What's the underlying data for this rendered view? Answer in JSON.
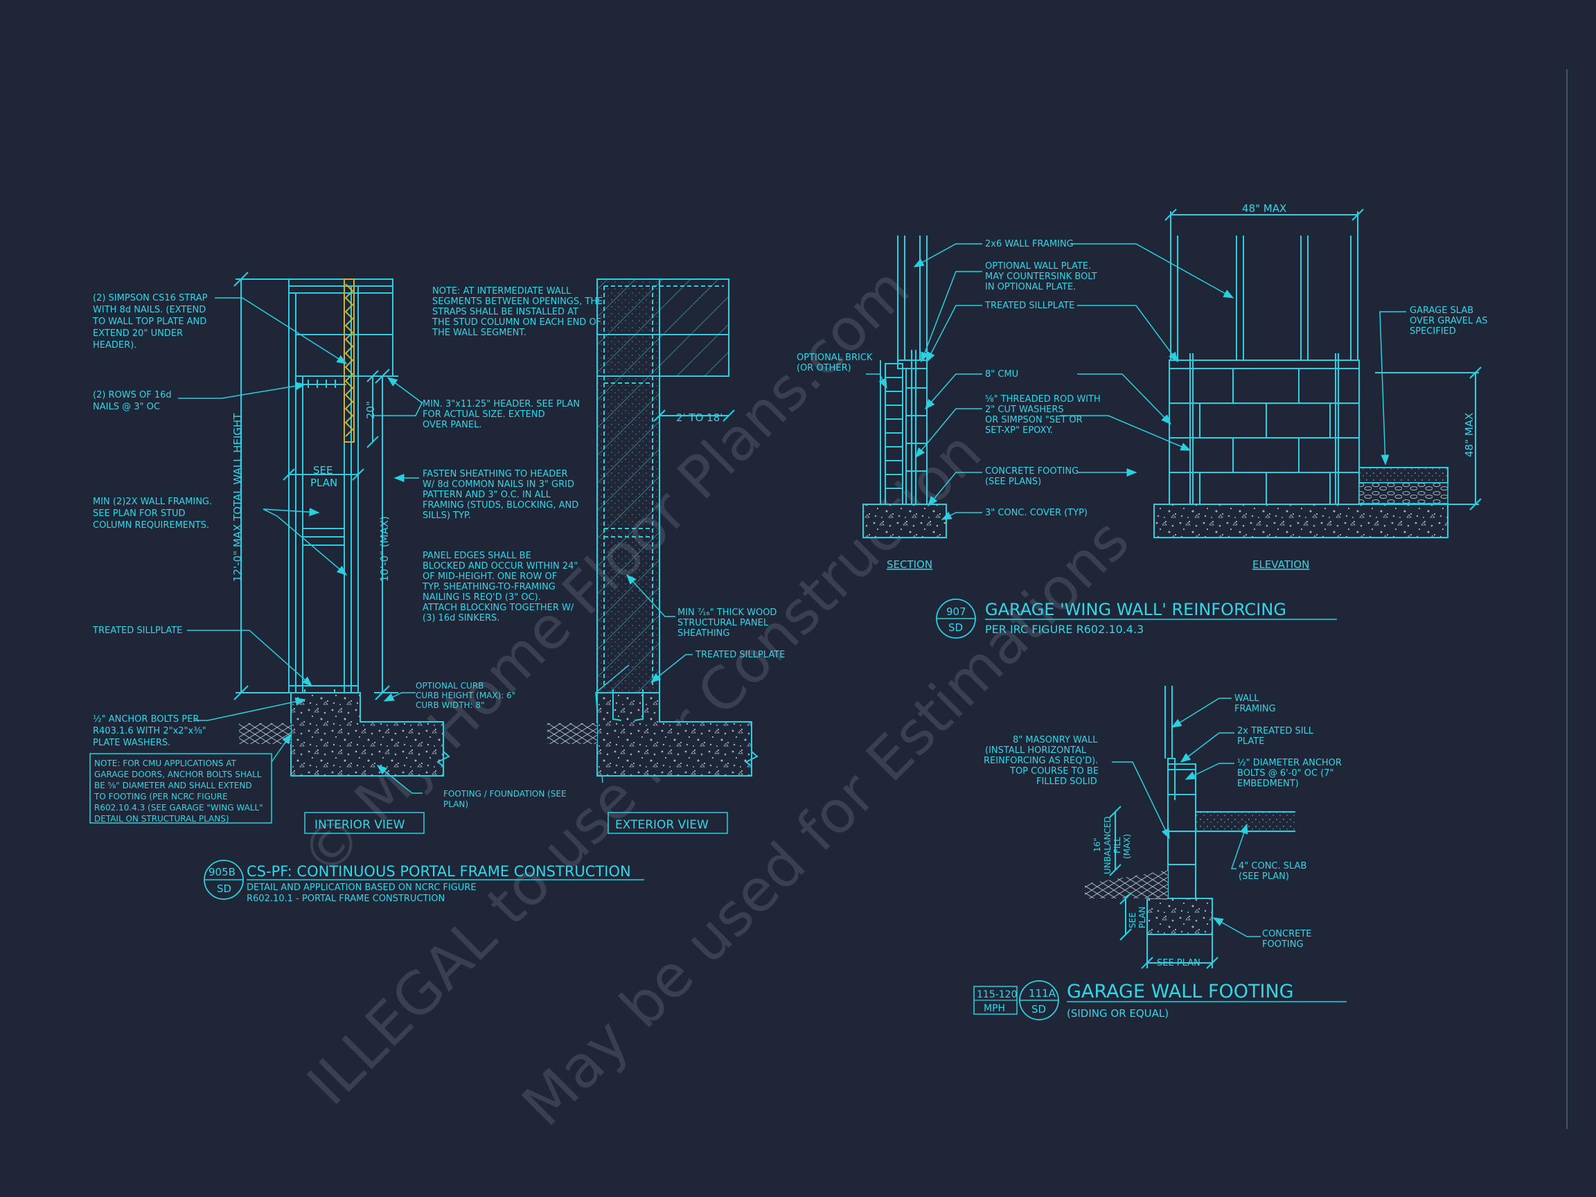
{
  "colors": {
    "background": "#1f2637",
    "linework": "#2ad0e0",
    "text": "#33d6e6",
    "strap": "#c8b43c",
    "watermark": "#3b4356"
  },
  "watermark": {
    "line1": "© My Home Floor Plans.com",
    "line2": "ILLEGAL to use for Construction",
    "line3": "May be used for Estimations"
  },
  "detail_905b": {
    "num": "905B",
    "sheet": "SD",
    "title": "CS-PF: CONTINUOUS PORTAL FRAME CONSTRUCTION",
    "sub1": "DETAIL AND APPLICATION BASED ON NCRC FIGURE",
    "sub2": "R602.10.1 - PORTAL FRAME CONSTRUCTION",
    "interior_label": "INTERIOR VIEW",
    "exterior_label": "EXTERIOR VIEW",
    "dim_total": "12'-0\" MAX TOTAL WALL HEIGHT",
    "dim_10": "10'-0\" (MAX)",
    "dim_20": "20\"",
    "dim_see_plan_1": "SEE",
    "dim_see_plan_2": "PLAN",
    "dim_2to18": "2' TO 18'",
    "notes": {
      "strap": [
        "(2) SIMPSON CS16 STRAP",
        "WITH 8d NAILS. (EXTEND",
        "TO WALL TOP PLATE AND",
        "EXTEND 20\" UNDER",
        "HEADER)."
      ],
      "rows": [
        "(2) ROWS OF 16d",
        "NAILS @ 3\" OC"
      ],
      "min_framing": [
        "MIN (2)2X WALL FRAMING.",
        "SEE PLAN FOR STUD",
        "COLUMN REQUIREMENTS."
      ],
      "sillplate": [
        "TREATED SILLPLATE"
      ],
      "anchor": [
        "½\" ANCHOR BOLTS PER",
        "R403.1.6 WITH 2\"x2\"x⅜\"",
        "PLATE WASHERS."
      ],
      "cmu_box": [
        "NOTE: FOR CMU APPLICATIONS AT",
        "GARAGE DOORS, ANCHOR BOLTS SHALL",
        "BE ⅝\" DIAMETER AND SHALL EXTEND",
        "TO FOOTING (PER NCRC FIGURE",
        "R602.10.4.3 (SEE GARAGE \"WING WALL\"",
        "DETAIL ON STRUCTURAL PLANS)"
      ],
      "intermediate": [
        "NOTE: AT INTERMEDIATE WALL",
        "SEGMENTS BETWEEN OPENINGS, THE",
        "STRAPS SHALL BE INSTALLED AT",
        "THE STUD COLUMN ON EACH END OF",
        "THE WALL SEGMENT."
      ],
      "header": [
        "MIN. 3\"x11.25\" HEADER. SEE PLAN",
        "FOR ACTUAL SIZE. EXTEND",
        "OVER PANEL."
      ],
      "fasten": [
        "FASTEN SHEATHING TO HEADER",
        "W/ 8d COMMON NAILS IN 3\" GRID",
        "PATTERN AND 3\" O.C. IN ALL",
        "FRAMING (STUDS, BLOCKING, AND",
        "SILLS) TYP."
      ],
      "panel_edges": [
        "PANEL EDGES SHALL BE",
        "BLOCKED AND OCCUR WITHIN 24\"",
        "OF MID-HEIGHT.  ONE ROW OF",
        "TYP. SHEATHING-TO-FRAMING",
        "NAILING IS REQ'D (3\" OC).",
        "ATTACH BLOCKING TOGETHER W/",
        "(3) 16d SINKERS."
      ],
      "curb": [
        "OPTIONAL CURB",
        "CURB HEIGHT (MAX): 6\"",
        "CURB WIDTH: 8\""
      ],
      "footing": [
        "FOOTING / FOUNDATION (SEE",
        "PLAN)"
      ],
      "wood_panel": [
        "MIN ⁷⁄₁₆\" THICK WOOD",
        "STRUCTURAL PANEL",
        "SHEATHING"
      ],
      "sill_ext": [
        "TREATED SILLPLATE"
      ]
    }
  },
  "detail_907": {
    "num": "907",
    "sheet": "SD",
    "title": "GARAGE 'WING WALL' REINFORCING",
    "sub": "PER IRC FIGURE R602.10.4.3",
    "section_label": "SECTION",
    "elevation_label": "ELEVATION",
    "dim_48_top": "48\" MAX",
    "dim_48_side": "48\" MAX",
    "notes": {
      "wall_framing": [
        "2x6 WALL FRAMING"
      ],
      "optional_plate": [
        "OPTIONAL WALL PLATE.",
        "MAY COUNTERSINK BOLT",
        "IN OPTIONAL PLATE."
      ],
      "sill": [
        "TREATED SILLPLATE"
      ],
      "brick": [
        "OPTIONAL BRICK",
        "(OR OTHER)"
      ],
      "cmu": [
        "8\" CMU"
      ],
      "rod": [
        "⅝\" THREADED ROD WITH",
        "2\" CUT WASHERS",
        "OR SIMPSON \"SET OR",
        "SET-XP\" EPOXY."
      ],
      "footing": [
        "CONCRETE FOOTING",
        "(SEE PLANS)"
      ],
      "cover": [
        "3\" CONC. COVER (TYP)"
      ],
      "slab": [
        "GARAGE SLAB",
        "OVER GRAVEL AS",
        "SPECIFIED"
      ]
    }
  },
  "detail_111a": {
    "num": "111A",
    "sheet": "SD",
    "mph_top": "115-120",
    "mph_bot": "MPH",
    "title": "GARAGE WALL FOOTING",
    "sub": "(SIDING OR EQUAL)",
    "dim_see_plan": "SEE PLAN",
    "dim_side_1": "SEE",
    "dim_side_2": "PLAN",
    "dim_fill": [
      "16\"",
      "UNBALANCED",
      "FILL",
      "(MAX)"
    ],
    "notes": {
      "wall": [
        "WALL",
        "FRAMING"
      ],
      "sill": [
        "2x TREATED SILL",
        "PLATE"
      ],
      "anchor": [
        "½\" DIAMETER ANCHOR",
        "BOLTS @ 6'-0\" OC (7\"",
        "EMBEDMENT)"
      ],
      "masonry": [
        "8\" MASONRY WALL",
        "(INSTALL HORIZONTAL",
        "REINFORCING AS REQ'D).",
        "TOP COURSE TO BE",
        "FILLED SOLID"
      ],
      "slab": [
        "4\" CONC. SLAB",
        "(SEE PLAN)"
      ],
      "footing": [
        "CONCRETE",
        "FOOTING"
      ]
    }
  }
}
